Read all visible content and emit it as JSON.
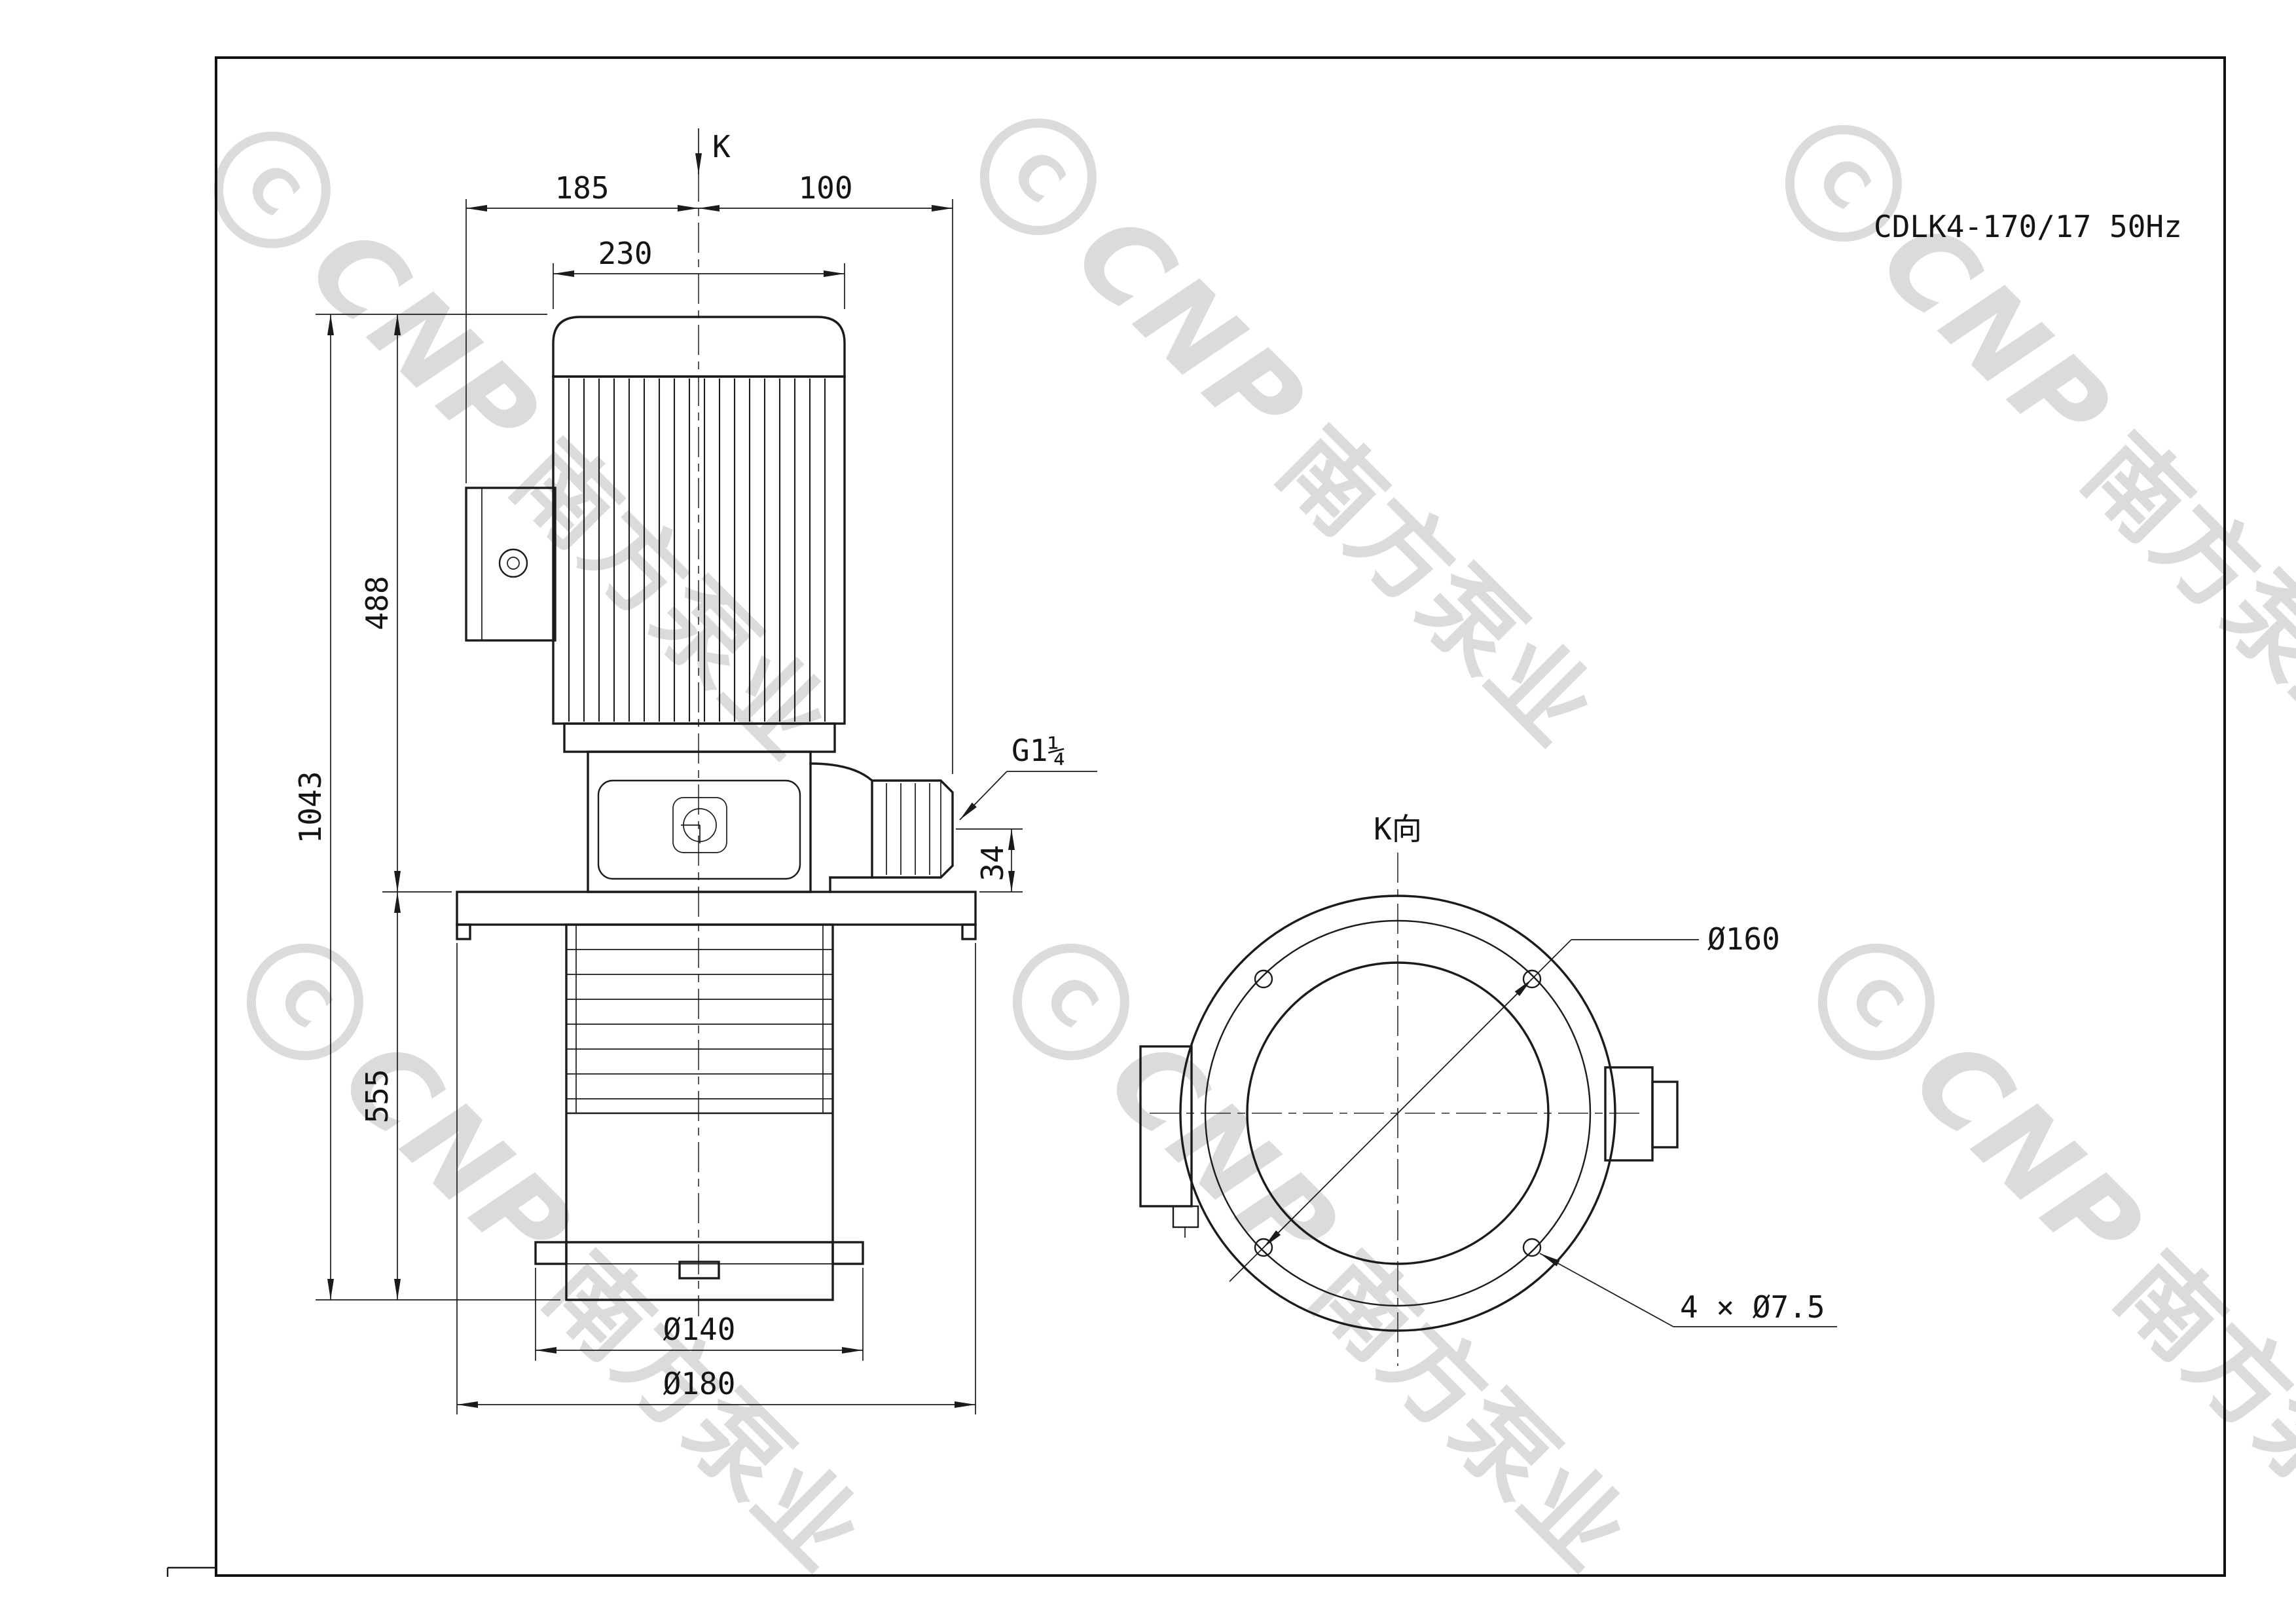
{
  "title": "CDLK4-170/17 50Hz",
  "watermark": {
    "logo_letter": "C",
    "brand": "CNP",
    "name_cn": "南方泵业"
  },
  "front_view": {
    "k_label": "K",
    "dims": {
      "width_left": "185",
      "width_right": "100",
      "motor_width": "230",
      "motor_height": "488",
      "total_height": "1043",
      "pump_depth": "555",
      "port_offset": "34",
      "barrel_dia": "Ø140",
      "plate_dia": "Ø180",
      "outlet_thread": "G1¼"
    }
  },
  "k_view": {
    "label": "K向",
    "bolt_circle_dia": "Ø160",
    "holes": "4 × Ø7.5"
  }
}
